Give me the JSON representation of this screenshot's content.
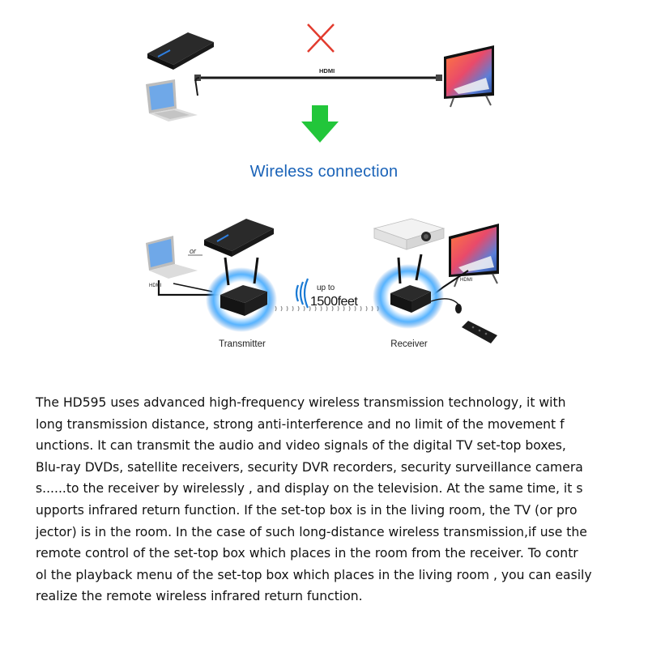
{
  "top": {
    "cable_label": "HDMI",
    "arrow_color": "#22c63a",
    "cross_color": "#e23b2e"
  },
  "wireless_title": "Wireless connection",
  "bottom": {
    "or_label": "or",
    "hdmi_left_label": "HDMI",
    "hdmi_right_label": "HDMI",
    "range_prefix": "up to",
    "range_value": "1500feet",
    "transmitter_label": "Transmitter",
    "receiver_label": "Receiver"
  },
  "description": "The HD595 uses advanced high-frequency wireless transmission technology, it with\nlong transmission distance, strong anti-interference and no limit of the movement f\nunctions.  It can transmit the audio and video signals of the digital TV set-top boxes,\nBlu-ray DVDs, satellite receivers, security DVR recorders, security surveillance camera\ns......to the receiver by wirelessly , and display on the television. At the same time, it s\nupports infrared return function. If the set-top box is in the living room, the TV (or pro\njector) is in the room. In the case of such long-distance wireless transmission,if use the\nremote control of the set-top box which places in the room from the receiver. To contr\nol the  playback menu of the set-top box which places in the living room , you can easily\nrealize the remote wireless infrared return function."
}
